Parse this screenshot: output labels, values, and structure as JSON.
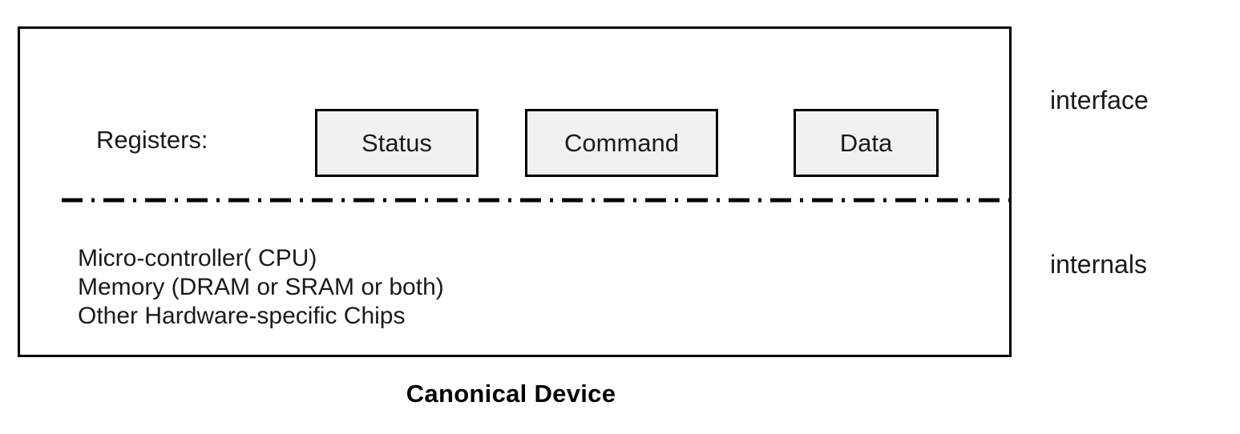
{
  "diagram": {
    "caption": "Canonical Device",
    "registers_label": "Registers:",
    "registers": [
      {
        "name": "status-register",
        "label": "Status"
      },
      {
        "name": "command-register",
        "label": "Command"
      },
      {
        "name": "data-register",
        "label": "Data"
      }
    ],
    "internals_lines": [
      "Micro-controller( CPU)",
      "Memory (DRAM or SRAM or both)",
      "Other Hardware-specific Chips"
    ],
    "side_labels": {
      "upper": "interface",
      "lower": "internals"
    },
    "divider": {
      "style": "dash-dot"
    },
    "colors": {
      "background": "#ffffff",
      "stroke": "#000000",
      "register_fill": "#f1f1f1",
      "text": "#1a1a1a"
    }
  }
}
